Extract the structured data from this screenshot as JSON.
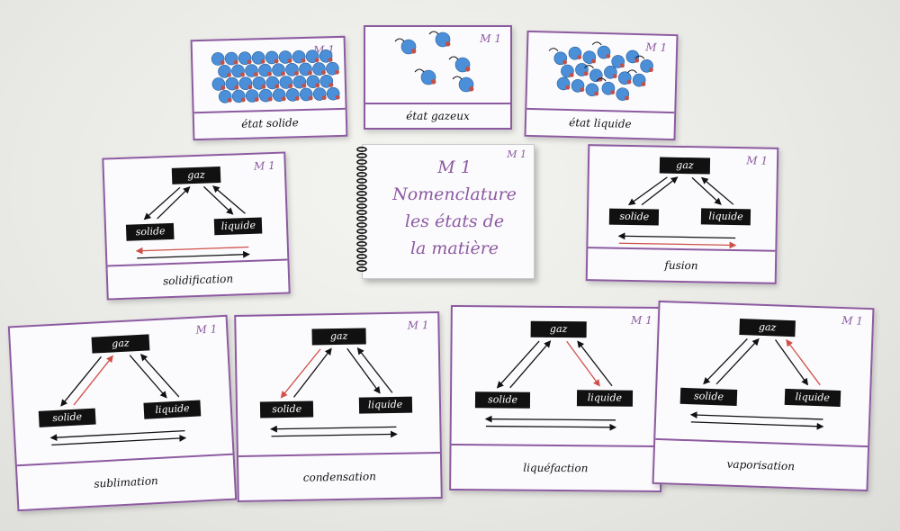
{
  "badge": "M 1",
  "colors": {
    "card_border": "#8c5aa0",
    "accent_arrow": "#d0504a",
    "box": "#111111",
    "particle": "#4a8fd8"
  },
  "state_cards": [
    {
      "caption": "état solide"
    },
    {
      "caption": "état gazeux"
    },
    {
      "caption": "état liquide"
    }
  ],
  "booklet": {
    "badge": "M 1",
    "lines": [
      "M 1",
      "Nomenclature",
      "les états de",
      "la matière"
    ]
  },
  "phase_labels": {
    "gas": "gaz",
    "solid": "solide",
    "liquid": "liquide"
  },
  "phase_cards": [
    {
      "caption": "solidification",
      "highlight": "liquid-to-solid"
    },
    {
      "caption": "fusion",
      "highlight": "solid-to-liquid"
    },
    {
      "caption": "sublimation",
      "highlight": "solid-to-gas"
    },
    {
      "caption": "condensation",
      "highlight": "gas-to-solid"
    },
    {
      "caption": "liquéfaction",
      "highlight": "gas-to-liquid"
    },
    {
      "caption": "vaporisation",
      "highlight": "liquid-to-gas"
    }
  ]
}
